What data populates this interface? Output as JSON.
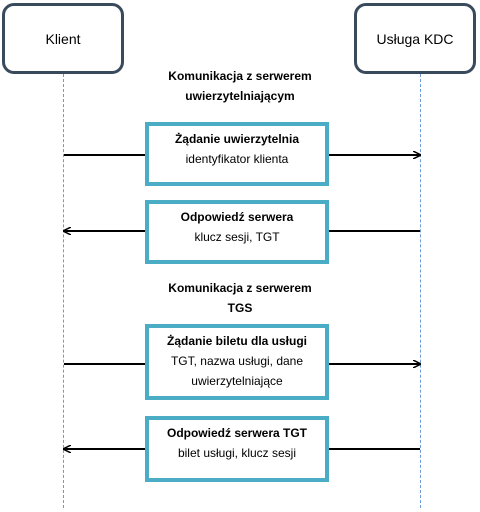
{
  "actors": {
    "client": "Klient",
    "kdc": "Usługa KDC"
  },
  "sections": [
    {
      "line1": "Komunikacja z serwerem",
      "line2": "uwierzytelniającym"
    },
    {
      "line1": "Komunikacja z serwerem",
      "line2": "TGS"
    }
  ],
  "messages": [
    {
      "title": "Żądanie uwierzytelnia",
      "body": "identyfikator klienta",
      "direction": "client-to-kdc"
    },
    {
      "title": "Odpowiedź serwera",
      "body": "klucz sesji, TGT",
      "direction": "kdc-to-client"
    },
    {
      "title": "Żądanie biletu dla usługi",
      "body": "TGT, nazwa usługi, dane uwierzytelniające",
      "direction": "client-to-kdc"
    },
    {
      "title": "Odpowiedź serwera TGT",
      "body": "bilet usługi, klucz sesji",
      "direction": "kdc-to-client"
    }
  ],
  "colors": {
    "actor_border": "#394a5c",
    "message_border": "#4bacc6",
    "lifeline": "#6b9bd6"
  }
}
